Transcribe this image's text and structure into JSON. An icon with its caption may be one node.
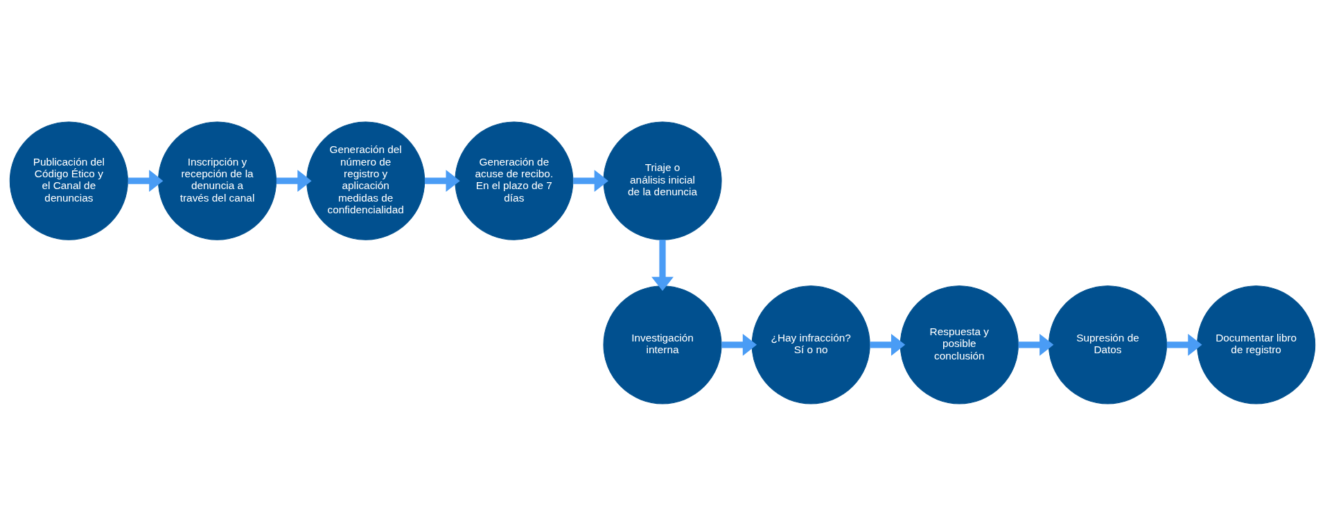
{
  "diagram": {
    "nodes": [
      {
        "text": [
          "Publicación del Código Ético y el Canal de denuncias"
        ]
      },
      {
        "text": [
          "Inscripción y recepción de la denuncia a través del canal"
        ]
      },
      {
        "text": [
          "Generación del número de registro y aplicación medidas de confidencialidad"
        ]
      },
      {
        "text": [
          "Generación de acuse de recibo. En el plazo de 7 días"
        ]
      },
      {
        "text": [
          "Triaje o análisis inicial de la denuncia"
        ]
      },
      {
        "text": [
          "Investigación interna"
        ]
      },
      {
        "text": [
          "¿Hay infracción? Sí o no"
        ]
      },
      {
        "text": [
          "Respuesta y posible conclusión"
        ]
      },
      {
        "text": [
          "Supresión de Datos"
        ]
      },
      {
        "text": [
          "Documentar libro de registro"
        ]
      }
    ],
    "edges": [
      {
        "from": 0,
        "to": 1,
        "arrow": "to"
      },
      {
        "from": 1,
        "to": 2,
        "arrow": "to"
      },
      {
        "from": 2,
        "to": 3,
        "arrow": "to"
      },
      {
        "from": 3,
        "to": 4,
        "arrow": "to"
      },
      {
        "from": 4,
        "to": 5,
        "arrow": "to"
      },
      {
        "from": 5,
        "to": 6,
        "arrow": "to"
      },
      {
        "from": 6,
        "to": 7,
        "arrow": "to"
      },
      {
        "from": 7,
        "to": 8,
        "arrow": "to"
      },
      {
        "from": 8,
        "to": 9,
        "arrow": "to"
      }
    ]
  }
}
